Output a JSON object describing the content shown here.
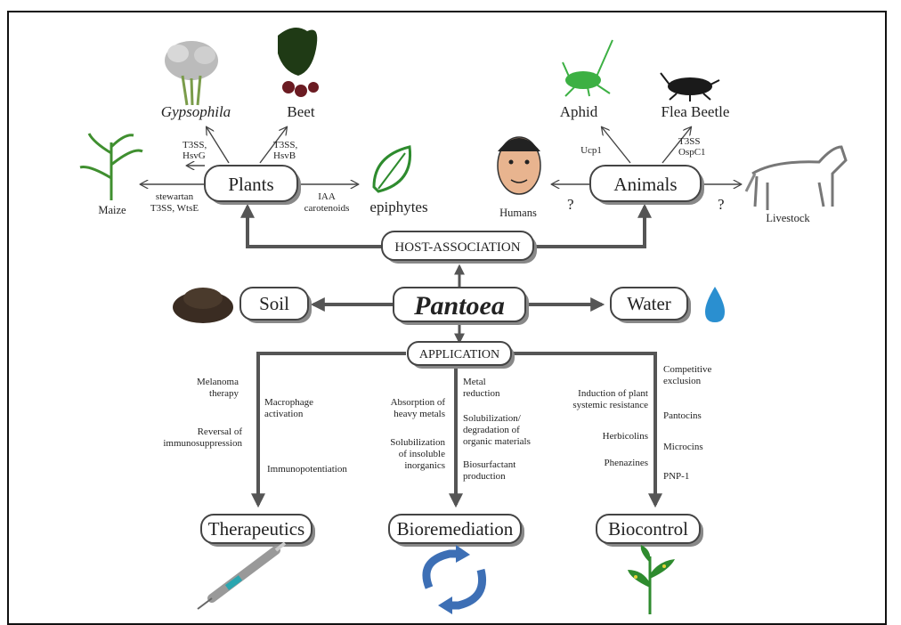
{
  "center": {
    "title": "Pantoea"
  },
  "host": {
    "label": "HOST-ASSOCIATION",
    "plants": {
      "label": "Plants",
      "gypsophila": "Gypsophila",
      "gypsophila_factors": [
        "T3SS,",
        "HsvG"
      ],
      "beet": "Beet",
      "beet_factors": [
        "T3SS,",
        "HsvB"
      ],
      "maize": "Maize",
      "maize_factors": [
        "stewartan",
        "T3SS, WtsE"
      ],
      "epiphytes": "epiphytes",
      "epiphytes_factors": [
        "IAA",
        "carotenoids"
      ]
    },
    "animals": {
      "label": "Animals",
      "aphid": "Aphid",
      "aphid_factor": "Ucp1",
      "flea_beetle": "Flea Beetle",
      "flea_factors": [
        "T3SS",
        "OspC1"
      ],
      "humans": "Humans",
      "humans_q": "?",
      "livestock": "Livestock",
      "livestock_q": "?"
    }
  },
  "environment": {
    "soil": "Soil",
    "water": "Water"
  },
  "application": {
    "label": "APPLICATION",
    "therapeutics": {
      "label": "Therapeutics",
      "items_left": [
        [
          "Melanoma",
          "therapy"
        ],
        [
          "Reversal of",
          "immunosuppression"
        ]
      ],
      "items_right": [
        [
          "Macrophage",
          "activation"
        ],
        [
          "Immunopotentiation"
        ]
      ]
    },
    "bioremediation": {
      "label": "Bioremediation",
      "items_left": [
        [
          "Absorption of",
          "heavy metals"
        ],
        [
          "Solubilization",
          "of insoluble",
          "inorganics"
        ]
      ],
      "items_right": [
        [
          "Metal",
          "reduction"
        ],
        [
          "Solubilization/",
          "degradation of",
          "organic materials"
        ],
        [
          "Biosurfactant",
          "production"
        ]
      ]
    },
    "biocontrol": {
      "label": "Biocontrol",
      "items_left": [
        [
          "Induction of plant",
          "systemic resistance"
        ],
        [
          "Herbicolins"
        ],
        [
          "Phenazines"
        ]
      ],
      "items_right": [
        [
          "Competitive",
          "exclusion"
        ],
        [
          "Pantocins"
        ],
        [
          "Microcins"
        ],
        [
          "PNP-1"
        ]
      ]
    }
  },
  "colors": {
    "water_drop": "#2a8fd0",
    "plant_green": "#2e8b2e",
    "cycle_blue": "#3d6fb5",
    "aphid_green": "#3cb043"
  }
}
